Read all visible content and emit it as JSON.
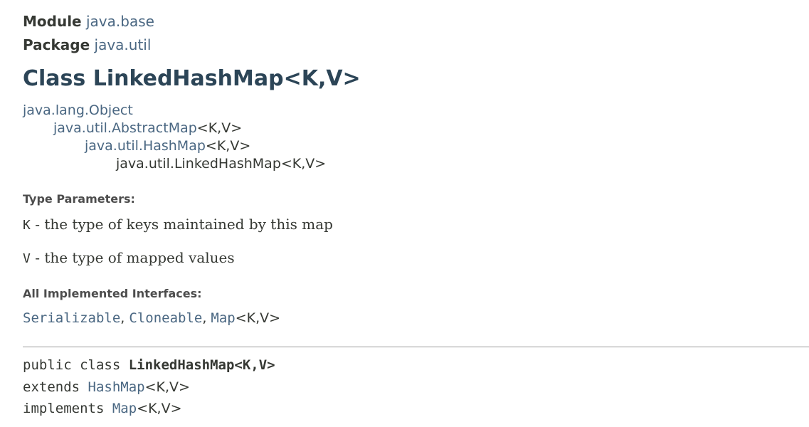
{
  "header": {
    "module_label": "Module",
    "module_name": "java.base",
    "package_label": "Package",
    "package_name": "java.util",
    "class_title": "Class LinkedHashMap<K,V>"
  },
  "inheritance": [
    {
      "name": "java.lang.Object",
      "generics": ""
    },
    {
      "name": "java.util.AbstractMap",
      "generics": "<K,V>"
    },
    {
      "name": "java.util.HashMap",
      "generics": "<K,V>"
    },
    {
      "name": "java.util.LinkedHashMap<K,V>",
      "generics": ""
    }
  ],
  "type_parameters": {
    "heading": "Type Parameters:",
    "items": [
      {
        "name": "K",
        "description": " - the type of keys maintained by this map"
      },
      {
        "name": "V",
        "description": " - the type of mapped values"
      }
    ]
  },
  "interfaces": {
    "heading": "All Implemented Interfaces:",
    "items": [
      "Serializable",
      "Cloneable",
      "Map"
    ],
    "separator": ", ",
    "map_generics": "<K,V>"
  },
  "signature": {
    "decl_prefix": "public class ",
    "decl_name": "LinkedHashMap<K,V>",
    "extends_keyword": "extends ",
    "extends_name": "HashMap",
    "extends_generics": "<K,V>",
    "implements_keyword": "implements ",
    "implements_name": "Map",
    "implements_generics": "<K,V>"
  },
  "colors": {
    "link": "#4a6782",
    "title": "#2c4557",
    "text": "#353833"
  }
}
